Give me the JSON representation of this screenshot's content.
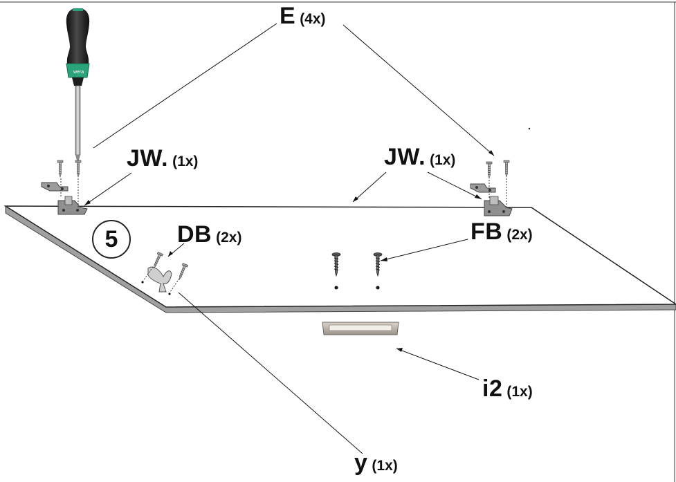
{
  "step_number": "5",
  "labels": {
    "e": {
      "code": "E",
      "qty": "(4x)"
    },
    "jw_left": {
      "code": "JW.",
      "qty": "(1x)"
    },
    "jw_right": {
      "code": "JW.",
      "qty": "(1x)"
    },
    "db": {
      "code": "DB",
      "qty": "(2x)"
    },
    "fb": {
      "code": "FB",
      "qty": "(2x)"
    },
    "i2": {
      "code": "i2",
      "qty": "(1x)"
    },
    "y": {
      "code": "y",
      "qty": "(1x)"
    }
  },
  "colors": {
    "ink": "#111111",
    "panel_edge": "#9a9a9a",
    "screwdriver_handle": "#1b1b1b",
    "screwdriver_grip": "#2aa37a",
    "hardware_metal": "#8c8c8c",
    "handle_metal": "#b9b2a8"
  },
  "icons": [
    "screwdriver-icon",
    "screw-icon",
    "hinge-icon",
    "bracket-icon",
    "handle-icon"
  ]
}
